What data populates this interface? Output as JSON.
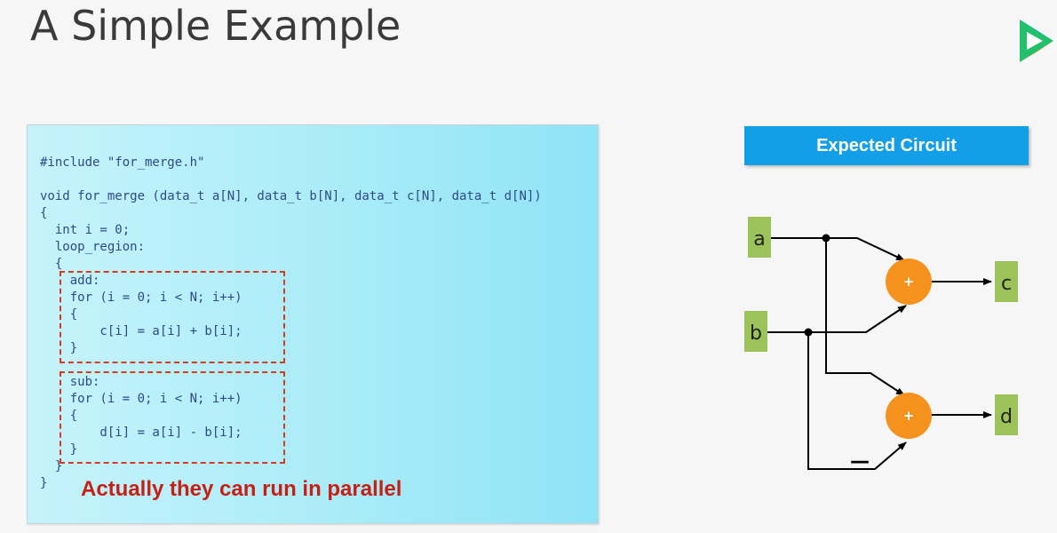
{
  "slide": {
    "title": "A Simple Example"
  },
  "code": {
    "lines": [
      "#include \"for_merge.h\"",
      "",
      "void for_merge (data_t a[N], data_t b[N], data_t c[N], data_t d[N])",
      "{",
      "  int i = 0;",
      "  loop_region:",
      "  {",
      "    add:",
      "    for (i = 0; i < N; i++)",
      "    {",
      "        c[i] = a[i] + b[i];",
      "    }",
      "",
      "    sub:",
      "    for (i = 0; i < N; i++)",
      "    {",
      "        d[i] = a[i] - b[i];",
      "    }",
      "  }",
      "}"
    ],
    "note": "Actually they can run in parallel",
    "accent_color": "#d93a1f"
  },
  "circuit": {
    "header": "Expected Circuit",
    "inputs": [
      "a",
      "b"
    ],
    "outputs": [
      "c",
      "d"
    ],
    "operator_symbol": "+",
    "minus_symbol": "—",
    "node_color": "#f5921e",
    "port_color": "#9bc35a",
    "header_color": "#139fe7"
  },
  "icons": {
    "logo": "app-logo-icon"
  }
}
